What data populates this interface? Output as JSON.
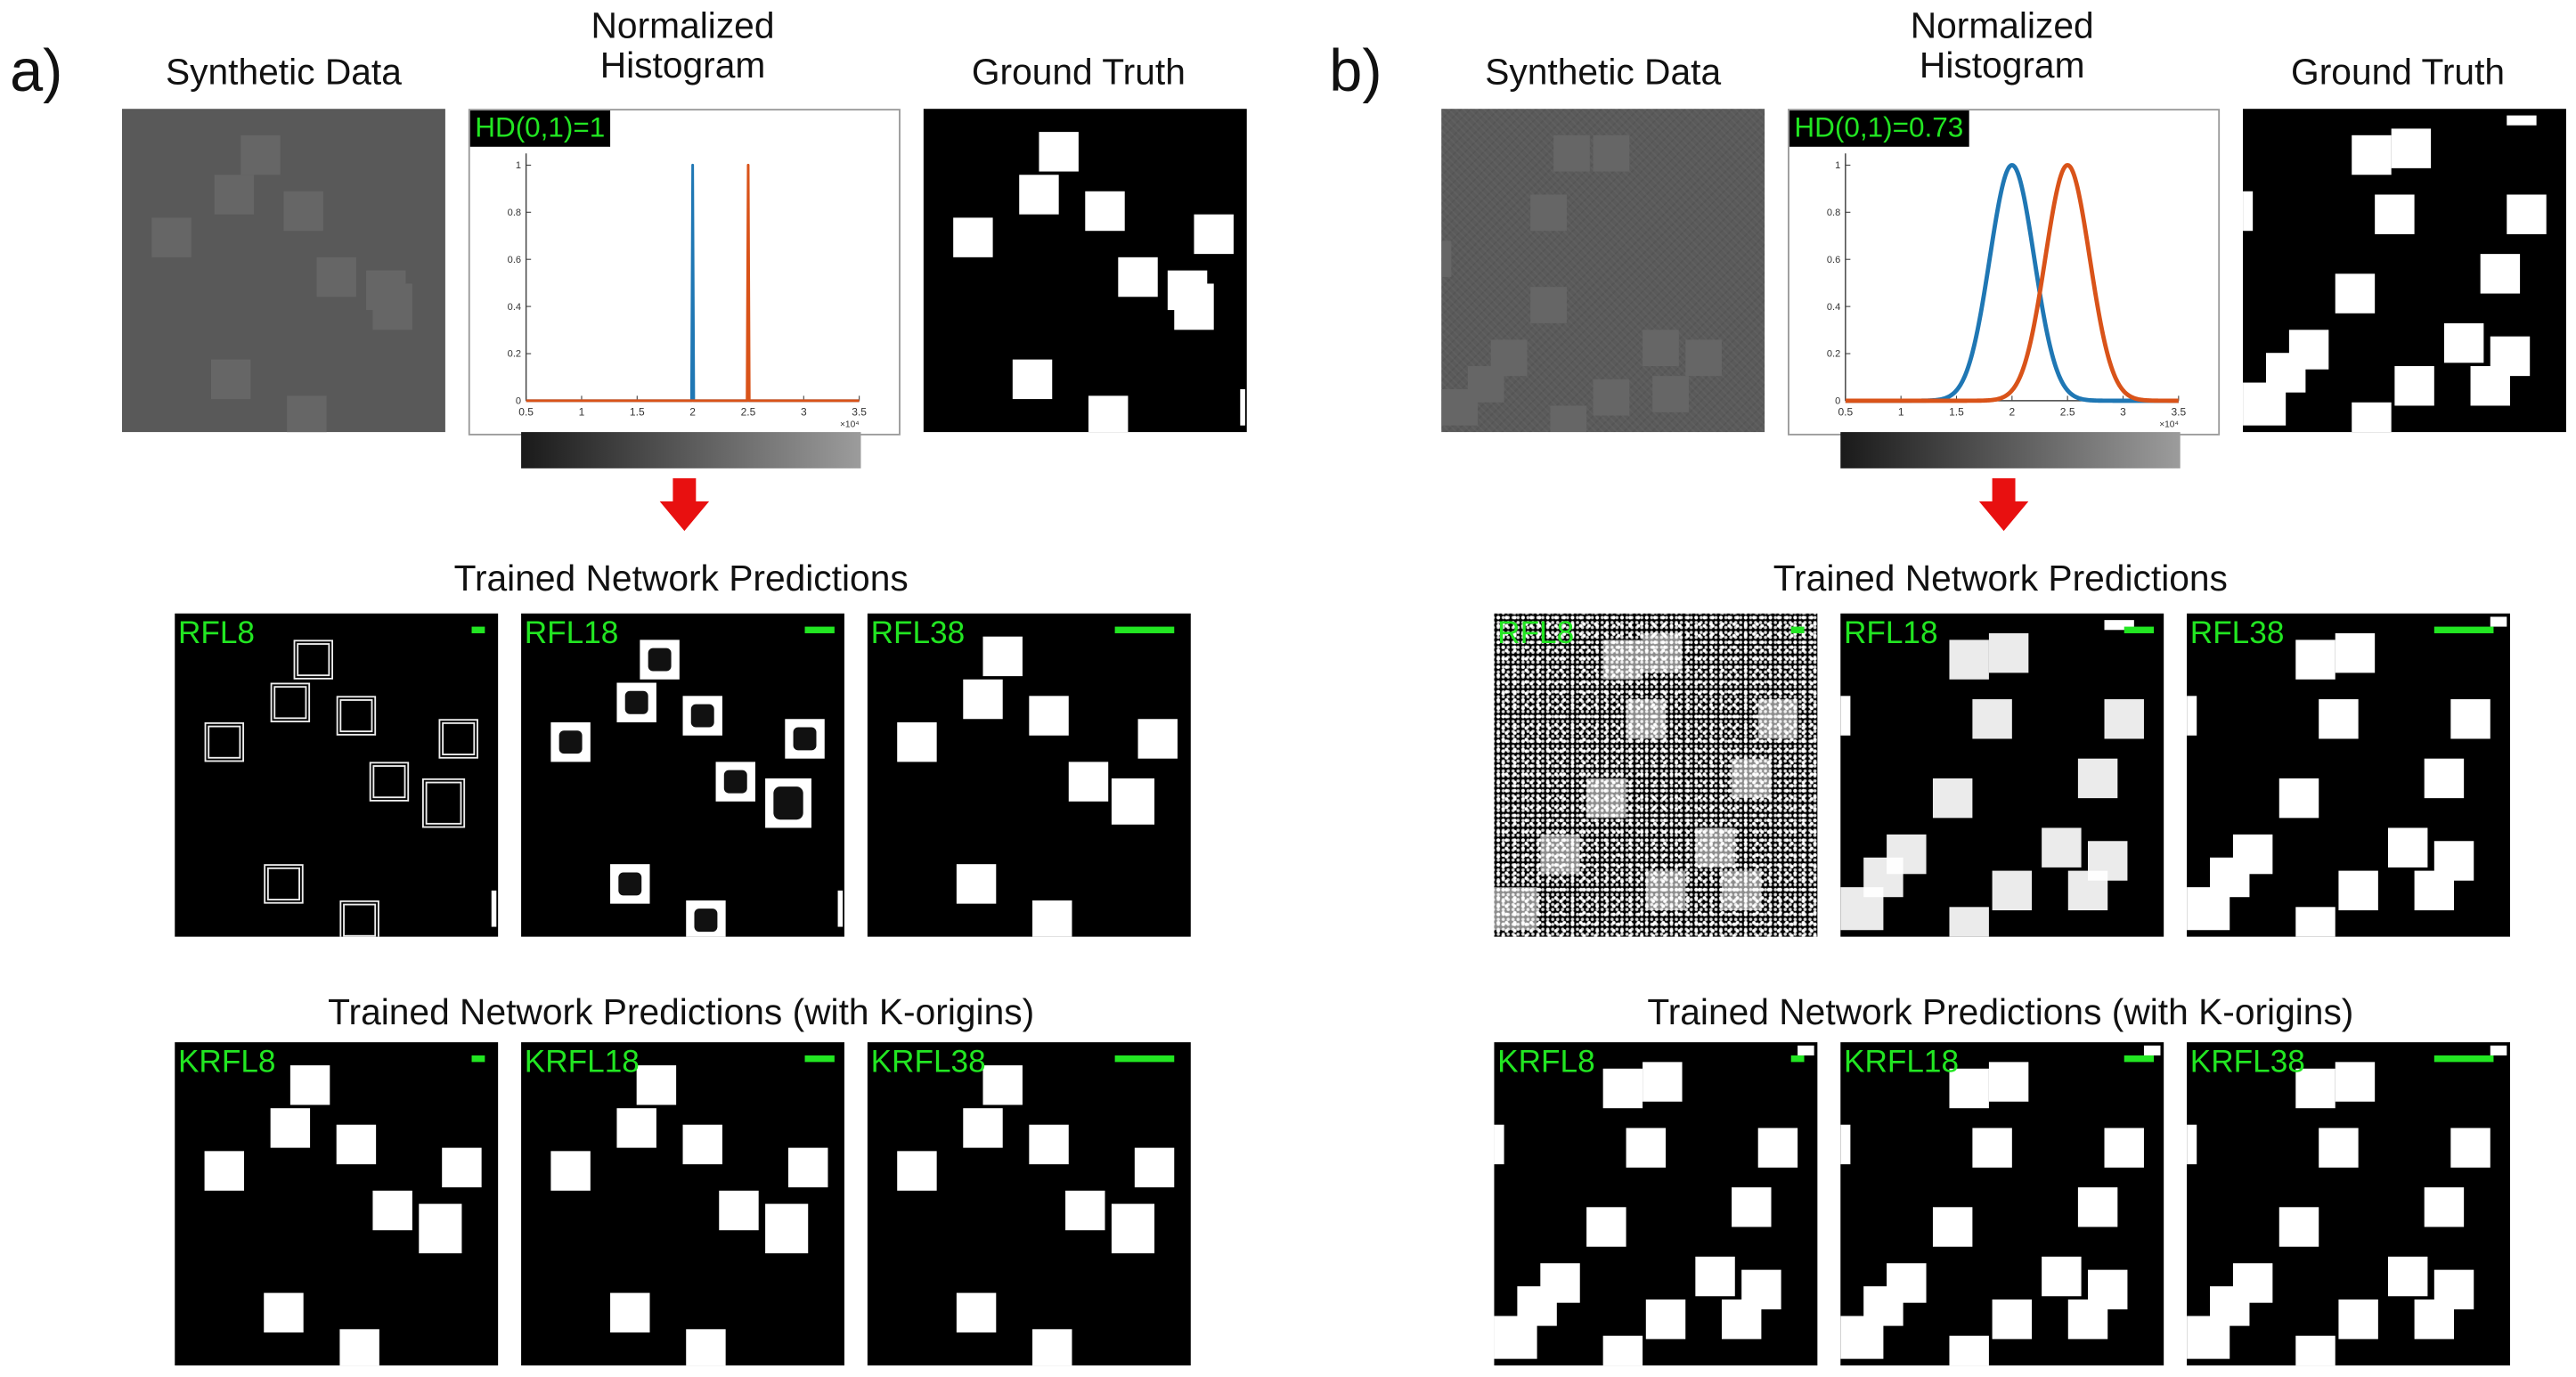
{
  "panels": [
    {
      "letter": "a)",
      "columns": {
        "synthetic": "Synthetic Data",
        "histogram": "Normalized Histogram",
        "ground_truth": "Ground Truth"
      },
      "hd_label": "HD(0,1)=1",
      "row1_title": "Trained Network Predictions",
      "row2_title": "Trained Network Predictions (with K-origins)",
      "row1_tags": [
        "RFL8",
        "RFL18",
        "RFL38"
      ],
      "row2_tags": [
        "KRFL8",
        "KRFL18",
        "KRFL38"
      ]
    },
    {
      "letter": "b)",
      "columns": {
        "synthetic": "Synthetic Data",
        "histogram": "Normalized Histogram",
        "ground_truth": "Ground Truth"
      },
      "hd_label": "HD(0,1)=0.73",
      "row1_title": "Trained Network Predictions",
      "row2_title": "Trained Network Predictions (with K-origins)",
      "row1_tags": [
        "RFL8",
        "RFL18",
        "RFL38"
      ],
      "row2_tags": [
        "KRFL8",
        "KRFL18",
        "KRFL38"
      ]
    }
  ],
  "chart_data": [
    {
      "type": "line",
      "panel": "a)",
      "x_ticks": [
        "0.5",
        "1",
        "1.5",
        "2",
        "2.5",
        "3",
        "3.5"
      ],
      "y_ticks": [
        "0",
        "0.2",
        "0.4",
        "0.6",
        "0.8",
        "1"
      ],
      "x_multiplier": "×10⁴",
      "xlim": [
        0.5,
        3.5
      ],
      "ylim": [
        0,
        1.05
      ],
      "series": [
        {
          "color": "#1f77b4",
          "x": [
            0.5,
            1.99,
            2.0,
            2.01,
            3.5
          ],
          "y": [
            0,
            0,
            1,
            0,
            0
          ]
        },
        {
          "color": "#d95319",
          "x": [
            0.5,
            2.49,
            2.5,
            2.51,
            3.5
          ],
          "y": [
            0,
            0,
            1,
            0,
            0
          ]
        }
      ]
    },
    {
      "type": "line",
      "panel": "b)",
      "x_ticks": [
        "0.5",
        "1",
        "1.5",
        "2",
        "2.5",
        "3",
        "3.5"
      ],
      "y_ticks": [
        "0",
        "0.2",
        "0.4",
        "0.6",
        "0.8",
        "1"
      ],
      "x_multiplier": "×10⁴",
      "xlim": [
        0.5,
        3.5
      ],
      "ylim": [
        0,
        1.05
      ],
      "series": [
        {
          "color": "#1f77b4",
          "center": 2.0,
          "sigma": 0.2,
          "peak": 1.0
        },
        {
          "color": "#d95319",
          "center": 2.5,
          "sigma": 0.2,
          "peak": 1.0
        }
      ]
    }
  ],
  "colors": {
    "label_green": "#22e622",
    "arrow_red": "#e81010",
    "blue": "#1f77b4",
    "orange": "#d95319"
  }
}
